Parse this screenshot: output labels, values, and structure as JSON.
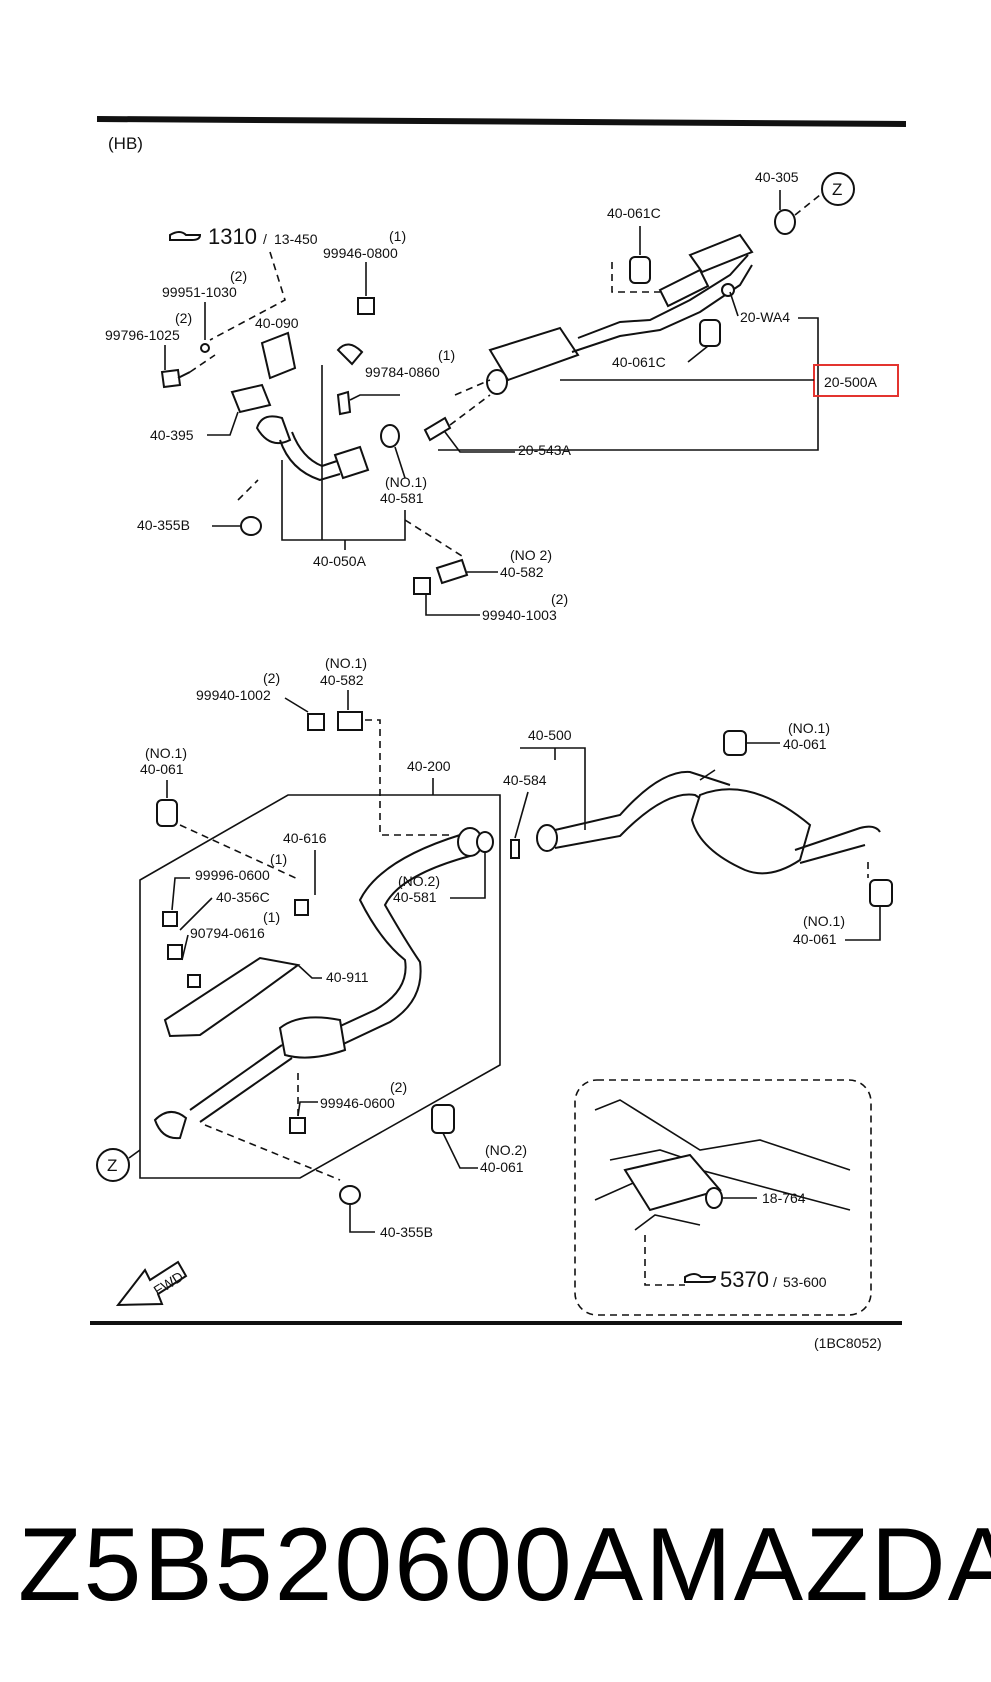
{
  "diagram": {
    "section_code": "(HB)",
    "ref_top": "1310",
    "ref_top_sub": "13-450",
    "ref_bottom": "5370",
    "ref_bottom_sub": "53-600",
    "figure_code": "(1BC8052)",
    "z_marker": "Z",
    "fwd_label": "FWD",
    "parts_upper": {
      "p40_305": "40-305",
      "p40_061C_a": "40-061C",
      "p40_061C_b": "40-061C",
      "p20_WA4": "20-WA4",
      "p20_500A": "20-500A",
      "p99946_0800_qty": "(1)",
      "p99946_0800": "99946-0800",
      "p99951_1030_qty": "(2)",
      "p99951_1030": "99951-1030",
      "p40_090": "40-090",
      "p99796_1025_qty": "(2)",
      "p99796_1025": "99796-1025",
      "p99784_0860_qty": "(1)",
      "p99784_0860": "99784-0860",
      "p40_395": "40-395",
      "p20_543A": "20-543A",
      "p40_581_no": "(NO.1)",
      "p40_581": "40-581",
      "p40_355B": "40-355B",
      "p40_050A": "40-050A",
      "p40_582_no": "(NO 2)",
      "p40_582": "40-582",
      "p99940_1003_qty": "(2)",
      "p99940_1003": "99940-1003"
    },
    "parts_lower": {
      "p99940_1002_qty": "(2)",
      "p99940_1002": "99940-1002",
      "p40_582_no": "(NO.1)",
      "p40_582": "40-582",
      "p40_061_tl_no": "(NO.1)",
      "p40_061_tl": "40-061",
      "p40_200": "40-200",
      "p40_500": "40-500",
      "p40_584": "40-584",
      "p40_061_tr_no": "(NO.1)",
      "p40_061_tr": "40-061",
      "p40_616": "40-616",
      "p99996_0600_qty": "(1)",
      "p99996_0600": "99996-0600",
      "p40_356C": "40-356C",
      "p90794_0616_qty": "(1)",
      "p90794_0616": "90794-0616",
      "p40_581_no": "(NO.2)",
      "p40_581": "40-581",
      "p40_911": "40-911",
      "p40_061_r_no": "(NO.1)",
      "p40_061_r": "40-061",
      "p99946_0600_qty": "(2)",
      "p99946_0600": "99946-0600",
      "p40_061_b_no": "(NO.2)",
      "p40_061_b": "40-061",
      "p40_355B": "40-355B",
      "p18_764": "18-764"
    }
  },
  "caption": {
    "part_number": "Z5B520600A",
    "brand": "MAZDA"
  }
}
